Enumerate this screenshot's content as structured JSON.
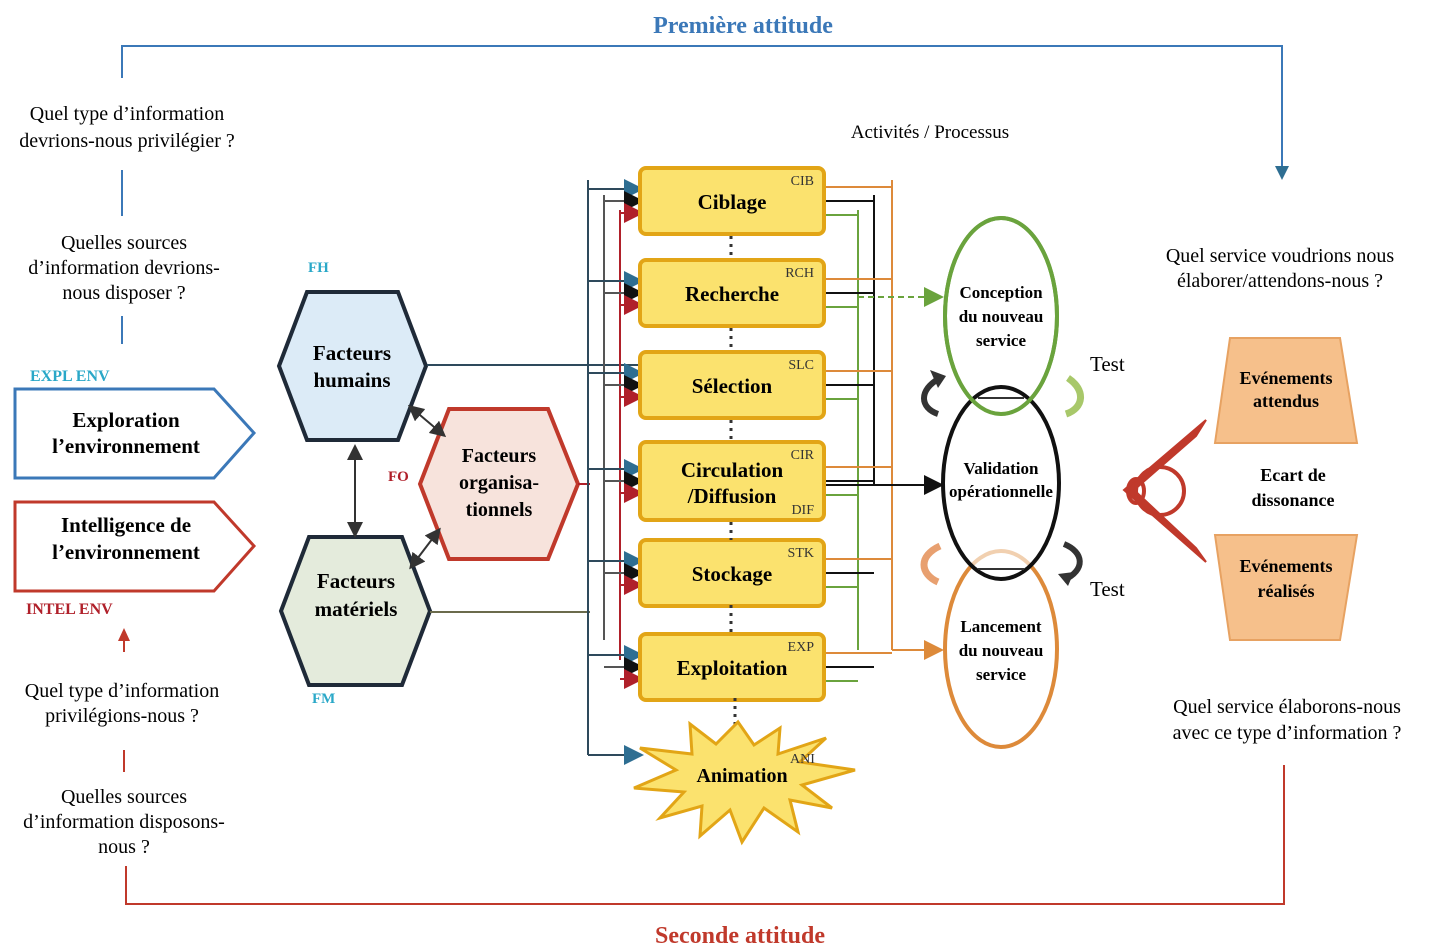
{
  "titles": {
    "first_attitude": "Première  attitude",
    "second_attitude": "Seconde attitude",
    "activities": "Activités / Processus"
  },
  "left_questions": {
    "q1_line1": "Quel type d’information",
    "q1_line2": "devrions-nous privilégier ?",
    "q2_line1": "Quelles sources",
    "q2_line2": "d’information devrions-",
    "q2_line3": "nous disposer ?",
    "q3_line1": "Quel type d’information",
    "q3_line2": "privilégions-nous ?",
    "q4_line1": "Quelles sources",
    "q4_line2": "d’information disposons-",
    "q4_line3": "nous ?"
  },
  "environment": {
    "expl_tag": "EXPL ENV",
    "expl_line1": "Exploration",
    "expl_line2": "l’environnement",
    "intel_tag": "INTEL ENV",
    "intel_line1": "Intelligence de",
    "intel_line2": "l’environnement"
  },
  "factors": {
    "fh_tag": "FH",
    "fh_line1": "Facteurs",
    "fh_line2": "humains",
    "fo_tag": "FO",
    "fo_line1": "Facteurs",
    "fo_line2": "organisa-",
    "fo_line3": "tionnels",
    "fm_tag": "FM",
    "fm_line1": "Facteurs",
    "fm_line2": "matériels"
  },
  "processes": [
    {
      "code": "CIB",
      "line1": "Ciblage",
      "line2": ""
    },
    {
      "code": "RCH",
      "line1": "Recherche",
      "line2": ""
    },
    {
      "code": "SLC",
      "line1": "Sélection",
      "line2": ""
    },
    {
      "code": "CIR",
      "code2": "DIF",
      "line1": "Circulation",
      "line2": "/Diffusion"
    },
    {
      "code": "STK",
      "line1": "Stockage",
      "line2": ""
    },
    {
      "code": "EXP",
      "line1": "Exploitation",
      "line2": ""
    }
  ],
  "animation": {
    "code": "ANI",
    "label": "Animation"
  },
  "service": {
    "conception_l1": "Conception",
    "conception_l2": "du nouveau",
    "conception_l3": "service",
    "validation_l1": "Validation",
    "validation_l2": "opérationnelle",
    "lancement_l1": "Lancement",
    "lancement_l2": "du nouveau",
    "lancement_l3": "service",
    "test_top": "Test",
    "test_bottom": "Test"
  },
  "right": {
    "q_top_line1": "Quel service voudrions nous",
    "q_top_line2": "élaborer/attendons-nous ?",
    "expected_l1": "Evénements",
    "expected_l2": "attendus",
    "gap_l1": "Ecart de",
    "gap_l2": "dissonance",
    "realized_l1": "Evénements",
    "realized_l2": "réalisés",
    "q_bottom_line1": "Quel service élaborons-nous",
    "q_bottom_line2": "avec ce type d’information ?"
  },
  "colors": {
    "blue": "#3b78b8",
    "red": "#c0392b",
    "yellow_fill": "#fbe26e",
    "yellow_border": "#e2a516",
    "human_fill": "#dcebf7",
    "org_fill": "#f7e3dc",
    "org_border": "#c0392b",
    "mat_fill": "#e4ebdc",
    "green": "#6aa33d",
    "orange": "#dd8a3a",
    "trap_fill": "#f6c08b"
  }
}
